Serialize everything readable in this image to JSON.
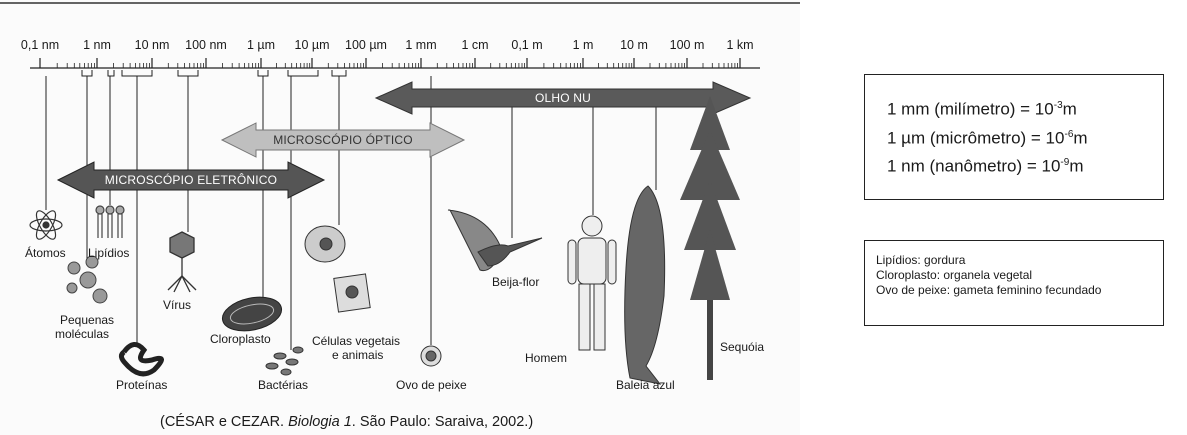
{
  "scale_labels": [
    "0,1 nm",
    "1 nm",
    "10 nm",
    "100 nm",
    "1 µm",
    "10 µm",
    "100 µm",
    "1 mm",
    "1 cm",
    "0,1 m",
    "1 m",
    "10 m",
    "100 m",
    "1 km"
  ],
  "arrows": {
    "olho": "OLHO NU",
    "optico": "MICROSCÓPIO ÓPTICO",
    "eletronico": "MICROSCÓPIO ELETRÔNICO"
  },
  "organisms": {
    "atomos": "Átomos",
    "lipidios": "Lipídios",
    "pequenas": "Pequenas",
    "moleculas": "moléculas",
    "virus": "Vírus",
    "proteinas": "Proteínas",
    "cloroplasto": "Cloroplasto",
    "bacterias": "Bactérias",
    "celulas1": "Células vegetais",
    "celulas2": "e animais",
    "ovo": "Ovo de peixe",
    "beija": "Beija-flor",
    "homem": "Homem",
    "baleia": "Baleia azul",
    "sequoia": "Sequóia"
  },
  "units_box": {
    "mm_label": "1 mm (milímetro) = 10",
    "mm_exp": "-3",
    "mm_unit": "m",
    "um_label": "1 µm (micrômetro) = 10",
    "um_exp": "-6",
    "um_unit": "m",
    "nm_label": "1 nm (nanômetro) = 10",
    "nm_exp": "-9",
    "nm_unit": "m"
  },
  "glossary": [
    "Lipídios: gordura",
    "Cloroplasto: organela vegetal",
    "Ovo de peixe: gameta feminino fecundado"
  ],
  "caption": {
    "pre": "(CÉSAR e CEZAR. ",
    "title": "Biologia 1",
    "post": ". São Paulo: Saraiva, 2002.)"
  }
}
